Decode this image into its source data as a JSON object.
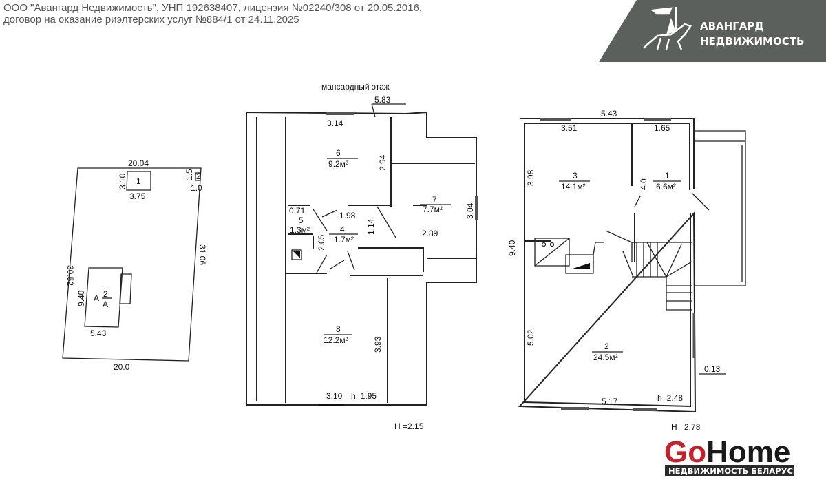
{
  "header": {
    "line1": "ООО \"Авангард Недвижимость\", УНП 192638407, лицензия №02240/308 от 20.05.2016,",
    "line2": "договор на оказание риэлтерских услуг №884/1 от 24.11.2025"
  },
  "logo_avangard": {
    "line1": "АВАНГАРД",
    "line2": "НЕДВИЖИМОСТЬ",
    "color": "#5b605d"
  },
  "logo_gohome": {
    "go": "Go",
    "home": "Home",
    "tagline": "НЕДВИЖИМОСТЬ БЕЛАРУСИ",
    "go_color": "#c8202a"
  },
  "site_plan": {
    "top": "20.04",
    "bottom": "20.0",
    "left": "30.52",
    "right": "31.06",
    "b1_label": "1",
    "b1_h": "3.10",
    "b1_w": "3.75",
    "b2_label": "2",
    "b2_h": "1.5",
    "b2_w": "1.0",
    "house_letter": "А",
    "house_num": "2",
    "house_sub": "А",
    "house_h": "9.40",
    "house_w": "5.43"
  },
  "attic": {
    "title": "мансардный этаж",
    "dims": [
      "5.83",
      "3.14",
      "2.94",
      "3.04",
      "1.98",
      "0.71",
      "2.05",
      "1.14",
      "2.89",
      "3.93",
      "3.10"
    ],
    "rooms": [
      {
        "n": "6",
        "a": "9.2м²"
      },
      {
        "n": "7",
        "a": "7.7м²"
      },
      {
        "n": "5",
        "a": "1.3м²"
      },
      {
        "n": "4",
        "a": "1.7м²"
      },
      {
        "n": "8",
        "a": "12.2м²"
      }
    ],
    "h": "h=1.95",
    "H": "H =2.15"
  },
  "ground": {
    "dims": [
      "5.43",
      "3.51",
      "1.65",
      "3.98",
      "9.40",
      "4.0",
      "5.02",
      "0.13",
      "5.17"
    ],
    "rooms": [
      {
        "n": "3",
        "a": "14.1м²"
      },
      {
        "n": "1",
        "a": "6.6м²"
      },
      {
        "n": "2",
        "a": "24.5м²"
      }
    ],
    "h": "h=2.48",
    "H": "H =2.78"
  }
}
